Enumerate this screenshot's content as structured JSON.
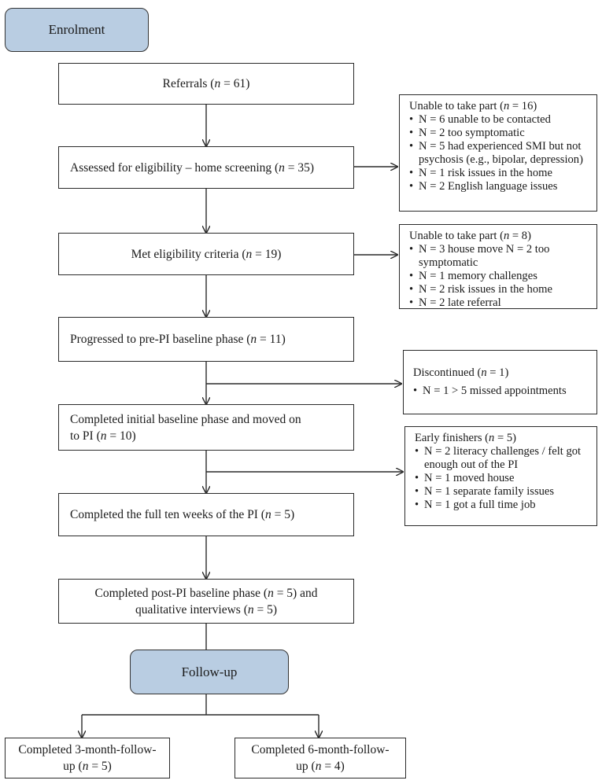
{
  "headers": {
    "enrolment": "Enrolment",
    "followup": "Follow-up"
  },
  "steps": {
    "referrals": "Referrals (n = 61)",
    "assessed": "Assessed for eligibility – home screening (n = 35)",
    "met": "Met eligibility criteria (n = 19)",
    "progressed": "Progressed to pre-PI baseline phase (n = 11)",
    "initial_line1": "Completed initial baseline phase and moved on",
    "initial_line2": "to PI (n = 10)",
    "full": "Completed the full ten weeks of the PI (n = 5)",
    "post_line1": "Completed post-PI baseline phase (n = 5) and",
    "post_line2": "qualitative interviews (n = 5)",
    "fu3_line1": "Completed 3-month-follow-",
    "fu3_line2": "up (n = 5)",
    "fu6_line1": "Completed 6-month-follow-",
    "fu6_line2": "up (n = 4)"
  },
  "exclusions": {
    "unable1": {
      "heading": "Unable to take part (n = 16)",
      "items": [
        "N = 6 unable to be contacted",
        "N = 2 too symptomatic",
        "N = 5 had experienced SMI but not psychosis (e.g., bipolar, depression)",
        "N = 1 risk issues in the home",
        "N = 2 English language issues"
      ]
    },
    "unable2": {
      "heading": "Unable to take part (n = 8)",
      "items": [
        "N = 3 house move N = 2 too symptomatic",
        "N = 1 memory challenges",
        "N = 2 risk issues in the home",
        "N = 2 late referral"
      ]
    },
    "discontinued": {
      "heading": "Discontinued (n = 1)",
      "items": [
        "N = 1 > 5 missed appointments"
      ]
    },
    "early": {
      "heading": "Early finishers (n = 5)",
      "items": [
        "N = 2 literacy challenges / felt got enough out of the PI",
        "N = 1 moved house",
        "N = 1 separate family issues",
        "N = 1 got a full time job"
      ]
    }
  }
}
